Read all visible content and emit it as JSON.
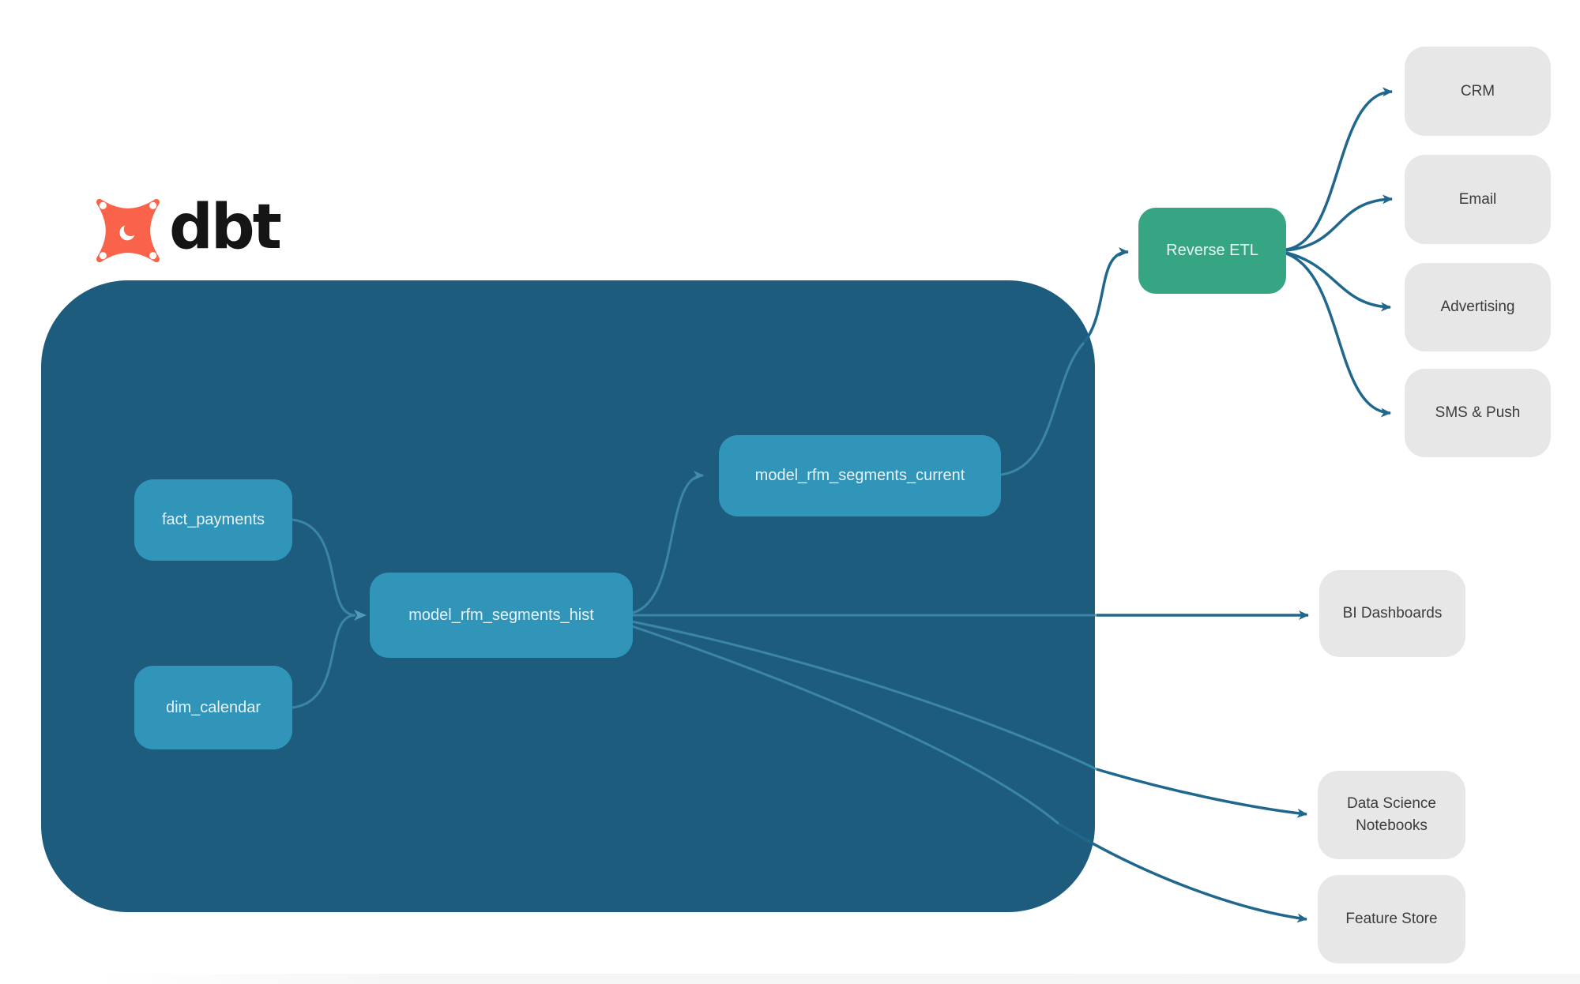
{
  "logo": {
    "text": "dbt",
    "icon": "dbt-star-icon"
  },
  "nodes": {
    "fact_payments": {
      "label": "fact_payments"
    },
    "dim_calendar": {
      "label": "dim_calendar"
    },
    "hist": {
      "label": "model_rfm_segments_hist"
    },
    "current": {
      "label": "model_rfm_segments_current"
    },
    "reverse_etl": {
      "label": "Reverse ETL"
    },
    "crm": {
      "label": "CRM"
    },
    "email": {
      "label": "Email"
    },
    "advertising": {
      "label": "Advertising"
    },
    "sms_push": {
      "label": "SMS & Push"
    },
    "bi_dashboards": {
      "label": "BI Dashboards"
    },
    "data_science": {
      "label": "Data Science Notebooks"
    },
    "feature_store": {
      "label": "Feature Store"
    }
  },
  "edges": [
    {
      "from": "fact_payments",
      "to": "hist"
    },
    {
      "from": "dim_calendar",
      "to": "hist"
    },
    {
      "from": "hist",
      "to": "current"
    },
    {
      "from": "current",
      "to": "reverse_etl"
    },
    {
      "from": "reverse_etl",
      "to": "crm"
    },
    {
      "from": "reverse_etl",
      "to": "email"
    },
    {
      "from": "reverse_etl",
      "to": "advertising"
    },
    {
      "from": "reverse_etl",
      "to": "sms_push"
    },
    {
      "from": "hist",
      "to": "bi_dashboards"
    },
    {
      "from": "hist",
      "to": "data_science"
    },
    {
      "from": "hist",
      "to": "feature_store"
    }
  ],
  "colors": {
    "warehouse_container": "#1d5c7d",
    "model_node": "#3195ba",
    "reverse_etl_node": "#35a583",
    "destination_node": "#e7e7e7",
    "edge_outside": "#1f678c",
    "edge_inside": "#4390af",
    "logo_orange": "#f9634a",
    "logo_text": "#151515"
  }
}
